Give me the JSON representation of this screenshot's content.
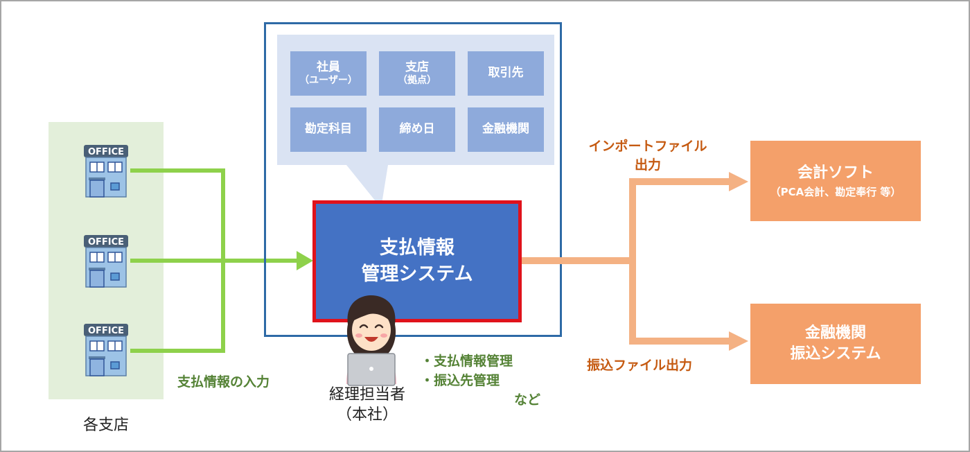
{
  "branches": {
    "label": "各支店",
    "office_sign": "OFFICE"
  },
  "input_label": "支払情報の入力",
  "masters": [
    {
      "main": "社員",
      "sub": "（ユーザー）"
    },
    {
      "main": "支店",
      "sub": "（拠点）"
    },
    {
      "main": "取引先",
      "sub": ""
    },
    {
      "main": "勘定科目",
      "sub": ""
    },
    {
      "main": "締め日",
      "sub": ""
    },
    {
      "main": "金融機関",
      "sub": ""
    }
  ],
  "core_system": {
    "line1": "支払情報",
    "line2": "管理システム"
  },
  "person": {
    "line1": "経理担当者",
    "line2": "（本社）"
  },
  "tasks": {
    "item1": "・支払情報管理",
    "item2": "・振込先管理",
    "etc": "など"
  },
  "outputs": {
    "import_label_line1": "インポートファイル",
    "import_label_line2": "出力",
    "transfer_label": "振込ファイル出力"
  },
  "destinations": {
    "accounting": {
      "line1": "会計ソフト",
      "line2": "（PCA会計、勘定奉行 等）"
    },
    "bank": {
      "line1": "金融機関",
      "line2": "振込システム"
    }
  },
  "colors": {
    "green_arrow": "#8ed14b",
    "orange_arrow": "#f4b183",
    "core_fill": "#4472c4",
    "core_border": "#e0121b",
    "master_fill": "#8eaadb",
    "bubble_fill": "#dae3f3",
    "frame_border": "#2e6aa6",
    "destination_fill": "#f4a06a"
  }
}
